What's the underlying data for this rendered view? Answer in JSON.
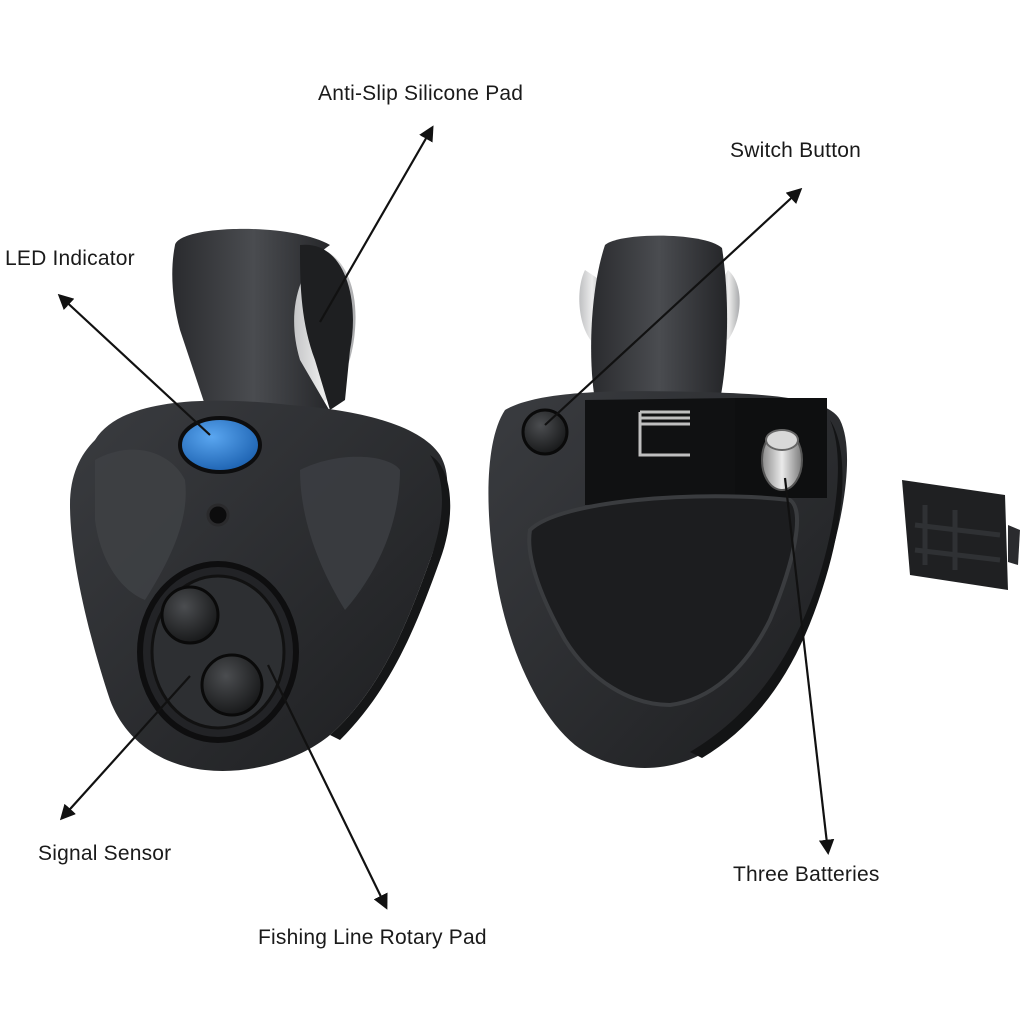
{
  "labels": {
    "anti_slip": "Anti-Slip Silicone Pad",
    "switch_button": "Switch Button",
    "led_indicator": "LED Indicator",
    "signal_sensor": "Signal Sensor",
    "rotary_pad": "Fishing Line Rotary Pad",
    "batteries": "Three Batteries"
  },
  "colors": {
    "background": "#ffffff",
    "body": "#2b2d30",
    "body_dark": "#1c1d1f",
    "led": "#2f7fd6",
    "pad": "#dcdcdc",
    "arrow": "#111111"
  }
}
